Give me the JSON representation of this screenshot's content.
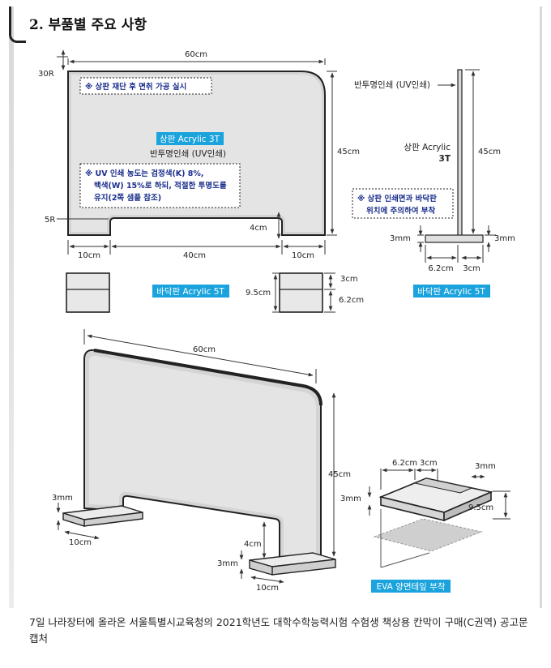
{
  "heading": "2. 부품별 주요 사항",
  "front_view": {
    "dim_width": "60cm",
    "dim_corner": "30R",
    "dim_height": "45cm",
    "dim_notch_radius": "5R",
    "dim_notch_height": "4cm",
    "dim_left_foot": "10cm",
    "dim_notch_width": "40cm",
    "dim_right_foot": "10cm",
    "note_cut": "※ 상판 재단 후 면취 가공 실시",
    "panel_label": "상판 Acrylic 3T",
    "print_label": "반투명인쇄 (UV인쇄)",
    "note_print_line1": "※ UV 인쇄 농도는 검정색(K) 8%,",
    "note_print_line2": "백색(W) 15%로 하되, 적절한 투명도를",
    "note_print_line3": "유지(2쪽 샘플 참조)"
  },
  "base_parts": {
    "dim_depth_left": "9.5cm",
    "dim_top": "3cm",
    "dim_bottom": "6.2cm",
    "label": "바닥판 Acrylic 5T"
  },
  "side_view": {
    "print_label": "반투명인쇄 (UV인쇄)",
    "panel_label_line1": "상판 Acrylic",
    "panel_label_line2": "3T",
    "dim_height": "45cm",
    "note_line1": "※ 상판 인쇄면과 바닥판",
    "note_line2": "위치에 주의하여 부착",
    "dim_base_left": "3mm",
    "dim_base_right": "3mm",
    "dim_base_front": "6.2cm",
    "dim_base_back": "3cm",
    "base_label": "바닥판 Acrylic 5T"
  },
  "iso_view": {
    "dim_width": "60cm",
    "dim_height": "45cm",
    "dim_left_thickness": "3mm",
    "dim_left_foot": "10cm",
    "dim_notch_height": "4cm",
    "dim_right_thickness": "3mm",
    "dim_right_foot": "10cm"
  },
  "base_detail": {
    "dim_front": "6.2cm",
    "dim_slot": "3cm",
    "dim_slot_right": "3mm",
    "dim_thickness": "3mm",
    "dim_length": "9.5cm",
    "tape_label": "EVA 양면테잎 부착"
  },
  "caption": "7일 나라장터에 올라온 서울특별시교육청의 2021학년도 대학수학능력시험 수험생 책상용 칸막이 구매(C권역) 공고문 캡처",
  "colors": {
    "label_bg": "#1aa3dc",
    "note_text": "#1a2e8c",
    "panel_fill": "#e6e6e6",
    "dim_line": "#333333"
  }
}
